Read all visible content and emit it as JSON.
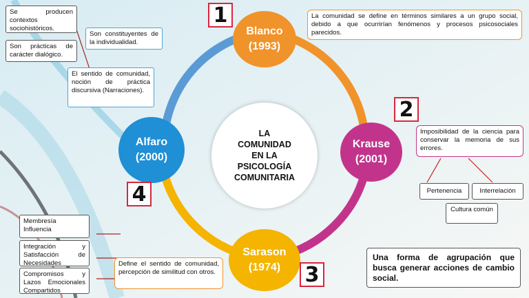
{
  "center_title": [
    "LA",
    "COMUNIDAD",
    "EN LA",
    "PSICOLOGÍA",
    "COMUNITARIA"
  ],
  "nodes": {
    "blanco": {
      "name": "Blanco",
      "year": "(1993)",
      "color": "#f0932b"
    },
    "krause": {
      "name": "Krause",
      "year": "(2001)",
      "color": "#c2348c"
    },
    "sarason": {
      "name": "Sarason",
      "year": "(1974)",
      "color": "#f4b400"
    },
    "alfaro": {
      "name": "Alfaro",
      "year": "(2000)",
      "color": "#1f8fd6"
    }
  },
  "numbers": {
    "n1": "1",
    "n2": "2",
    "n3": "3",
    "n4": "4"
  },
  "blanco_text": "La comunidad se define en términos similares a un grupo social, debido a que ocurrirían fenómenos y procesos psicosociales parecidos.",
  "krause": {
    "text": "Imposibilidad de la ciencia para conservar la memoria de sus errores.",
    "items": [
      "Pertenencia",
      "Interrelación",
      "Cultura común"
    ]
  },
  "sarason": {
    "text": "Define el sentido de comunidad, percepción de similitud con otros.",
    "items": [
      "Membresía Influencia",
      "Integración y Satisfacción de Necesidades",
      "Compromisos y Lazos Emocionales Compartidos"
    ]
  },
  "alfaro": {
    "items": [
      "Se producen contextos sociohistóricos.",
      "Son constituyentes de la individualidad.",
      "Son prácticas de carácter dialógico.",
      "El sentido de comunidad, noción de práctica discursiva (Narraciones)."
    ]
  },
  "summary": "Una forma de agrupación que busca generar acciones de cambio social."
}
